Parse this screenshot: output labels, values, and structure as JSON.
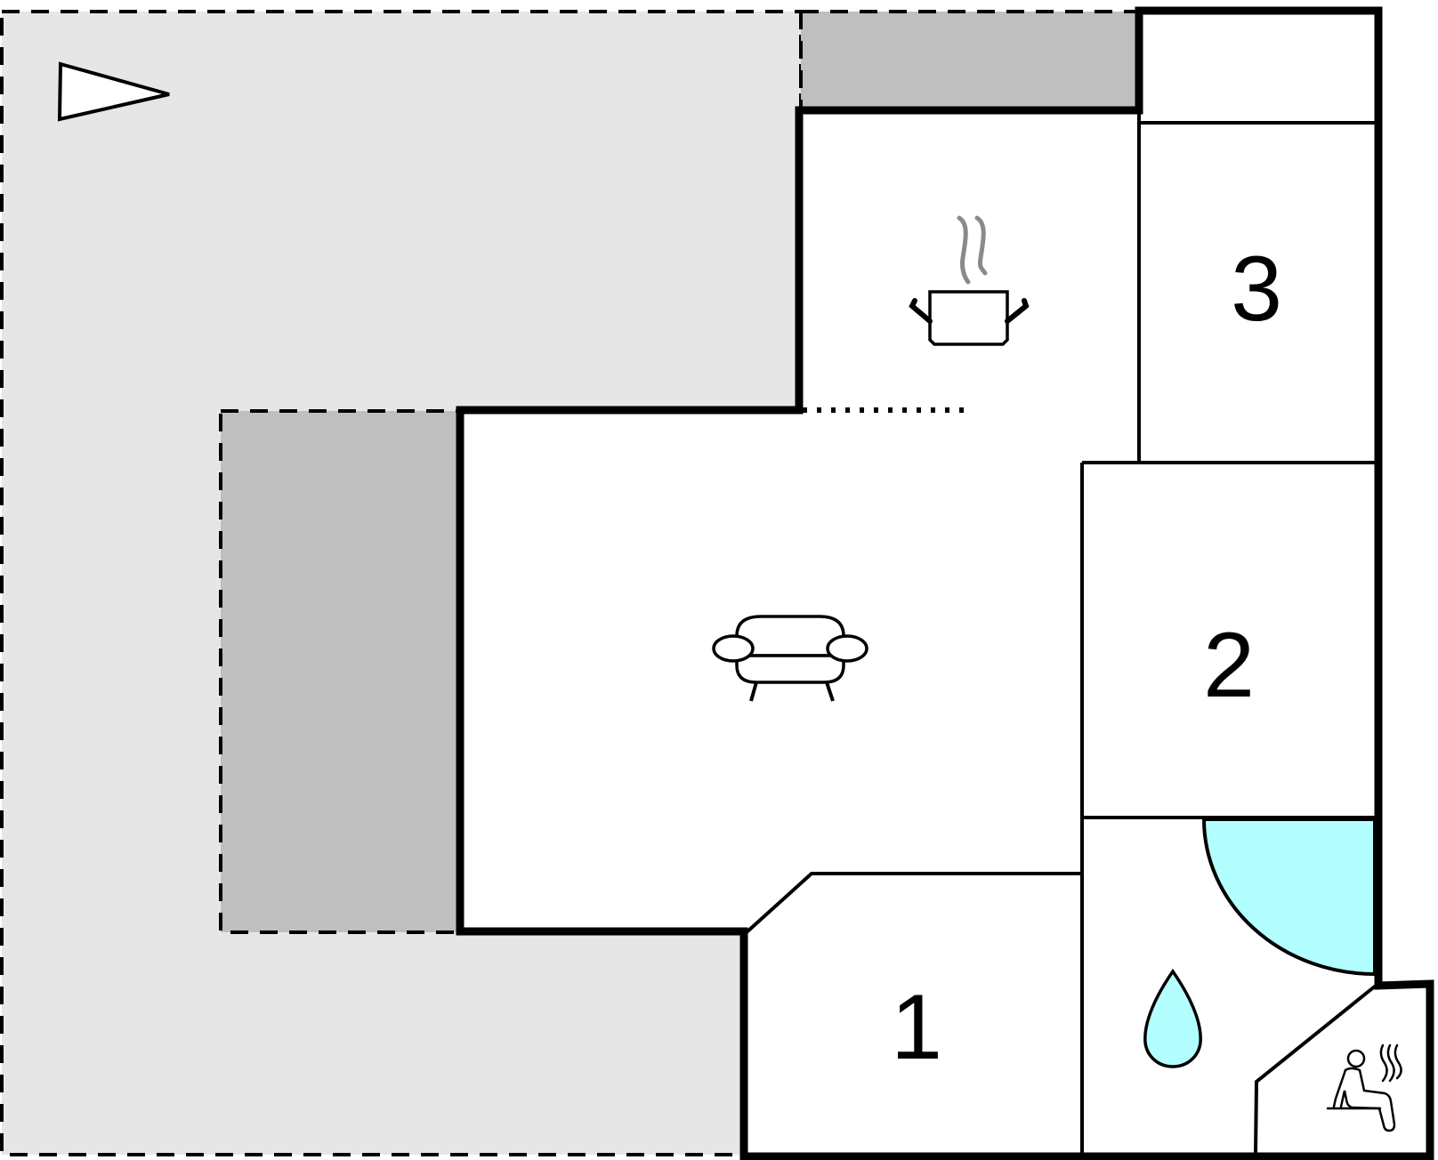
{
  "floorplan": {
    "rooms": [
      {
        "id": "bedroom-1",
        "label": "1"
      },
      {
        "id": "bedroom-2",
        "label": "2"
      },
      {
        "id": "bedroom-3",
        "label": "3"
      }
    ],
    "icons": {
      "compass": "north-arrow-icon",
      "kitchen": "cooking-pot-icon",
      "living": "sofa-icon",
      "bathroom": "water-drop-icon",
      "sauna": "sauna-icon"
    },
    "colors": {
      "terrace": "#e6e6e6",
      "covered_area": "#bfbfbf",
      "wall": "#000000",
      "water": "#b3ffff",
      "steam": "#8a8a8a",
      "room": "#ffffff"
    }
  }
}
